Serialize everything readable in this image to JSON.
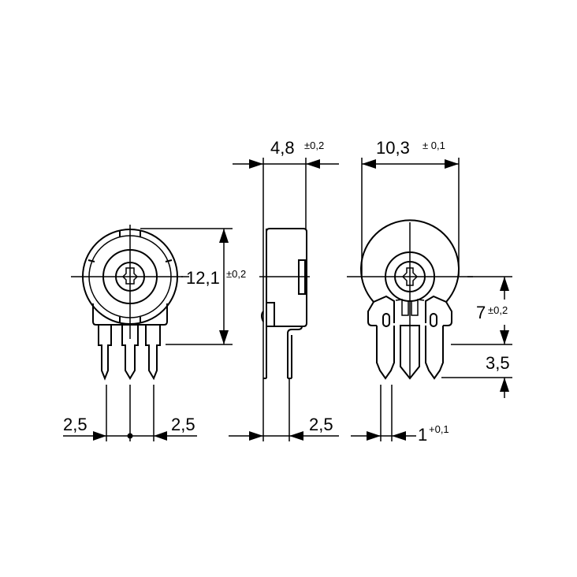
{
  "drawing": {
    "subject": "Trimmer potentiometer dimension drawing",
    "background": "#ffffff",
    "line_color": "#000000",
    "views": {
      "front": {
        "height": {
          "value": "12,1",
          "tolerance": "±0,2"
        },
        "pin_pitch_left": {
          "value": "2,5"
        },
        "pin_pitch_right": {
          "value": "2,5"
        }
      },
      "side": {
        "width": {
          "value": "4,8",
          "tolerance": "±0,2"
        },
        "pin_offset": {
          "value": "2,5"
        }
      },
      "back": {
        "diameter": {
          "value": "10,3",
          "tolerance": "± 0,1"
        },
        "center_to_body": {
          "value": "7",
          "tolerance": "±0,2"
        },
        "pin_length": {
          "value": "3,5"
        },
        "pin_width": {
          "value": "1",
          "tolerance": "+0,1"
        }
      }
    }
  }
}
